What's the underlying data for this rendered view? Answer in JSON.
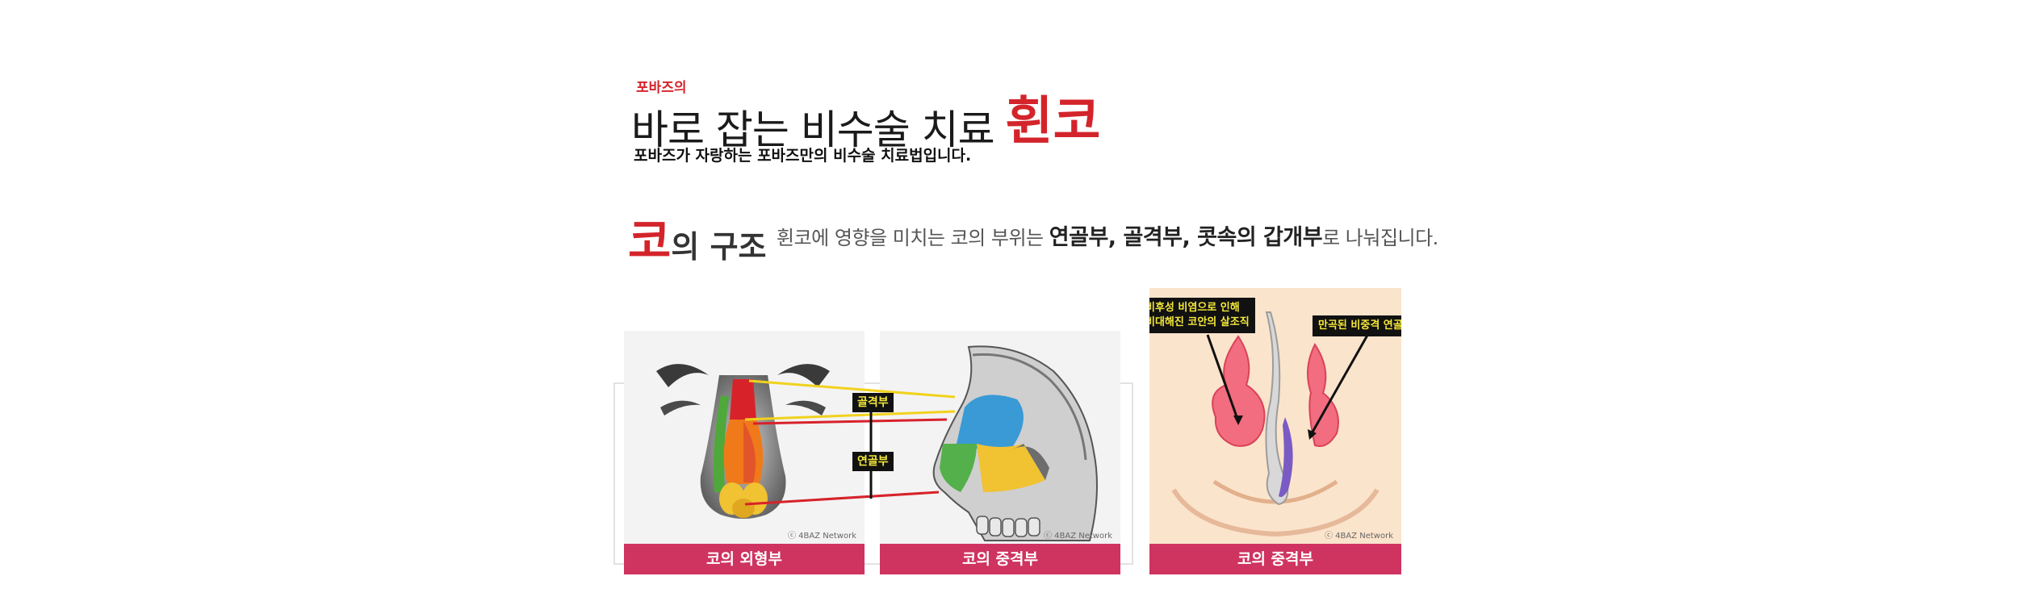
{
  "header": {
    "brand_small": "포바즈의",
    "headline": "바로 잡는 비수술 치료",
    "headline_brand": "휜코",
    "tagline": "포바즈가 자랑하는 포바즈만의 비수술 치료법입니다."
  },
  "section": {
    "title_big": "코",
    "title_rest": "의 구조",
    "desc_prefix": "휜코에 영향을 미치는 코의 부위는",
    "desc_parts": "연골부, 골격부, 콧속의 갑개부",
    "desc_suffix": "로 나눠집니다."
  },
  "labels": {
    "bone": "골격부",
    "cartilage": "연골부"
  },
  "cards": [
    {
      "caption": "코의 외형부",
      "copyright": "ⓒ 4BAZ Network"
    },
    {
      "caption": "코의 중격부",
      "copyright": "ⓒ 4BAZ Network"
    },
    {
      "caption": "코의 중격부",
      "copyright": "ⓒ 4BAZ Network"
    }
  ],
  "notes": {
    "left_line1": "비후성 비염으로 인해",
    "left_line2": "비대해진 코안의 살조직",
    "right": "만곡된 비중격 연골"
  },
  "colors": {
    "brand_red": "#d4242b",
    "caption_bg": "#cf3360",
    "label_text": "#f5e93a"
  }
}
